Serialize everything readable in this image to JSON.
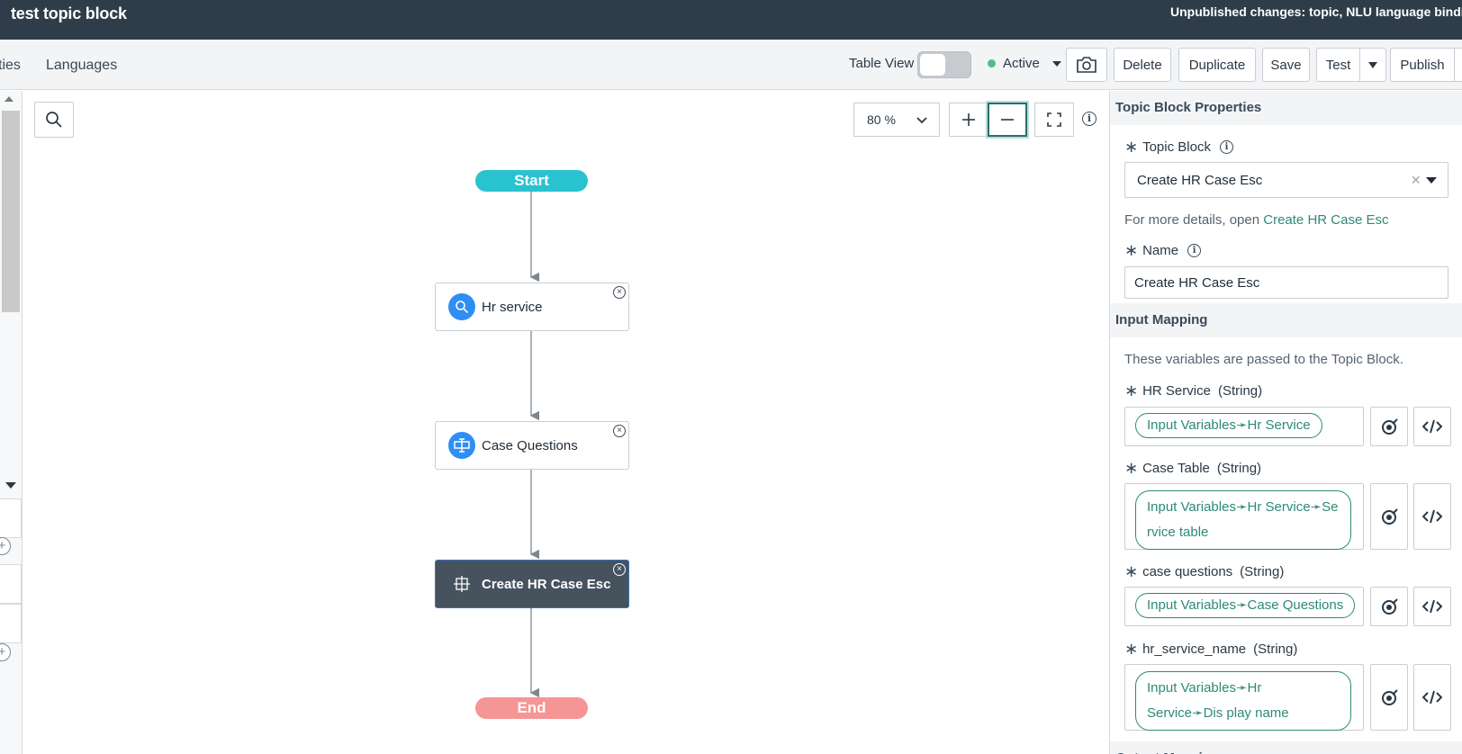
{
  "header": {
    "title": "test topic block",
    "unpublished": "Unpublished changes: topic, NLU language bindin"
  },
  "toolbar": {
    "tabs": [
      "ties",
      "Languages"
    ],
    "table_view_label": "Table View",
    "table_view_on": false,
    "status": "Active",
    "buttons": {
      "delete": "Delete",
      "duplicate": "Duplicate",
      "save": "Save",
      "test": "Test",
      "publish": "Publish"
    }
  },
  "canvas": {
    "zoom": "80 %",
    "nodes": {
      "start": "Start",
      "hr_service": "Hr service",
      "case_questions": "Case Questions",
      "create_hr_case": "Create HR Case Esc",
      "end": "End"
    }
  },
  "panel": {
    "title": "Topic Block Properties",
    "topic_block_label": "Topic Block",
    "topic_block_value": "Create HR Case Esc",
    "details_prefix": "For more details, open",
    "details_link": "Create HR Case Esc",
    "name_label": "Name",
    "name_value": "Create HR Case Esc",
    "input_mapping_title": "Input Mapping",
    "input_mapping_desc": "These variables are passed to the Topic Block.",
    "mappings": [
      {
        "label": "HR Service",
        "type": "(String)",
        "value": "Input Variables➛Hr Service"
      },
      {
        "label": "Case Table",
        "type": "(String)",
        "value": "Input Variables➛Hr Service➛Se rvice table"
      },
      {
        "label": "case questions",
        "type": "(String)",
        "value": "Input Variables➛Case Questions"
      },
      {
        "label": "hr_service_name",
        "type": "(String)",
        "value": "Input Variables➛Hr Service➛Dis play name"
      }
    ],
    "output_mapping_title": "Output Mapping"
  },
  "colors": {
    "header_bg": "#2e3d49",
    "start": "#29c3d0",
    "end": "#f59595",
    "accent": "#2d8a78",
    "node_icon": "#2f8ef4",
    "active_dot": "#4bc089"
  },
  "icons": [
    "search-icon",
    "camera-icon",
    "caret-down-icon",
    "plus-icon",
    "minus-icon",
    "fullscreen-icon",
    "info-icon",
    "close-circle-icon",
    "data-binding-icon",
    "code-icon",
    "table-icon",
    "form-icon"
  ]
}
